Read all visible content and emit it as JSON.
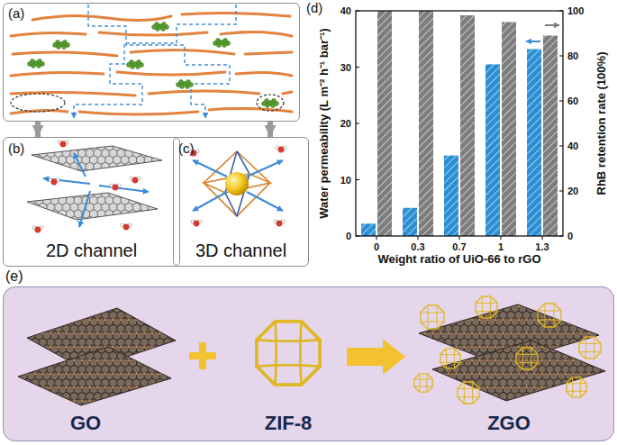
{
  "diagram": {
    "nodes": [
      {
        "text": [
          "(a)"
        ]
      },
      {
        "text": [
          "(b)",
          "2D channel"
        ]
      },
      {
        "text": [
          "(c)",
          "3D channel"
        ]
      },
      {
        "text": [
          "(d)"
        ]
      },
      {
        "text": [
          "(e)"
        ]
      }
    ],
    "edges": [
      {
        "from": 0,
        "to": 1,
        "arrow": "to"
      },
      {
        "from": 0,
        "to": 2,
        "arrow": "to"
      }
    ],
    "labels": [
      "Water permeability (L m⁻² h⁻¹ bar⁻¹)",
      "RhB retention rate (100%)",
      "Weight ratio of UiO-66 to rGO",
      "0",
      "0.3",
      "0.7",
      "1",
      "1.3",
      "0",
      "10",
      "20",
      "30",
      "40",
      "0",
      "20",
      "40",
      "60",
      "80",
      "100",
      "GO",
      "ZIF-8",
      "ZGO"
    ]
  }
}
